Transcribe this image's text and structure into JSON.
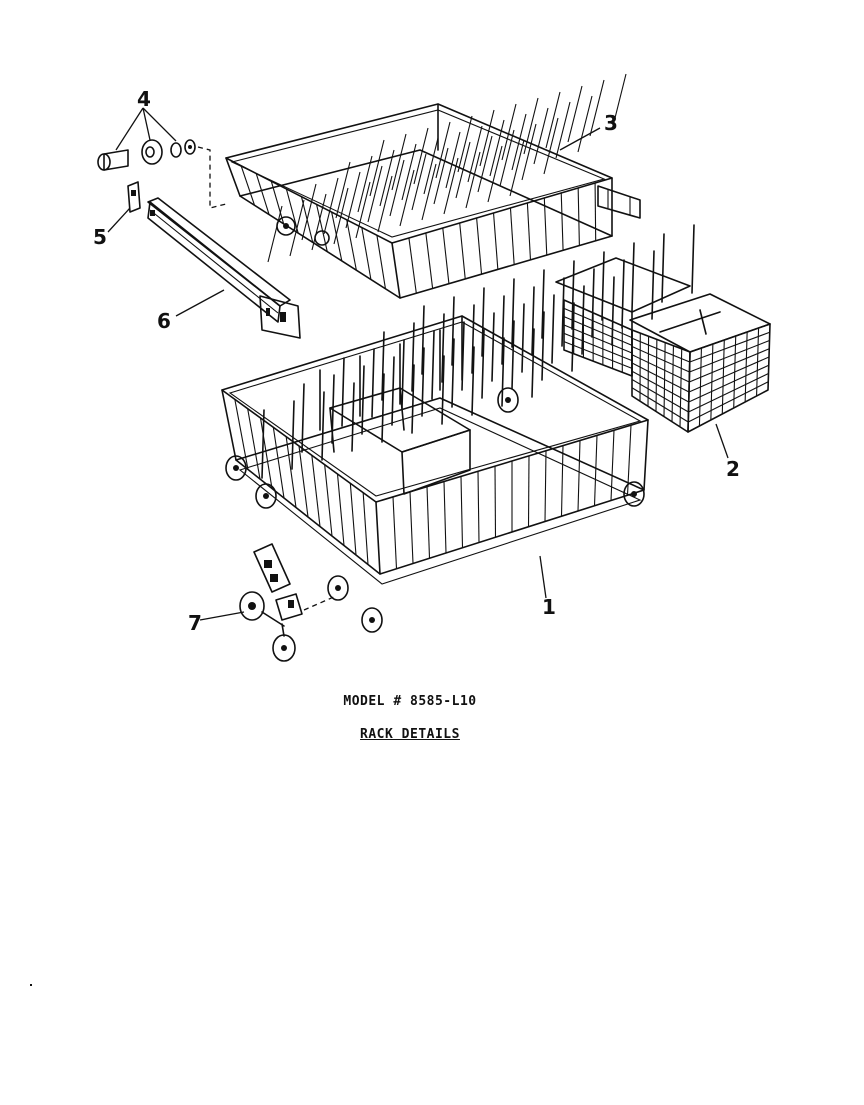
{
  "diagram": {
    "model_label": "MODEL # 8585-L10",
    "title": "RACK DETAILS",
    "callouts": [
      {
        "id": "c1",
        "label": "1"
      },
      {
        "id": "c2",
        "label": "2"
      },
      {
        "id": "c3",
        "label": "3"
      },
      {
        "id": "c4",
        "label": "4"
      },
      {
        "id": "c5",
        "label": "5"
      },
      {
        "id": "c6",
        "label": "6"
      },
      {
        "id": "c7",
        "label": "7"
      }
    ],
    "parts": [
      "lower-rack",
      "silverware-basket",
      "upper-rack",
      "track-stop-kit",
      "end-cap",
      "rack-track",
      "roller-assembly"
    ]
  },
  "colors": {
    "ink": "#111111",
    "paper": "#ffffff"
  }
}
